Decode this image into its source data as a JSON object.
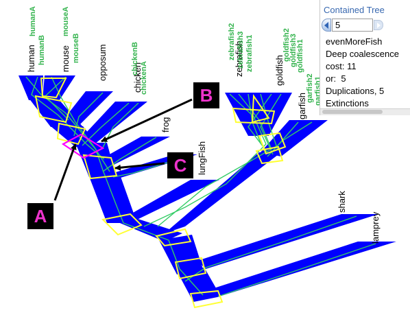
{
  "panel": {
    "title": "Contained Tree",
    "spinner_value": "5",
    "lines": [
      "evenMoreFish",
      "Deep coalescence",
      "cost: 11",
      "or:  5",
      "Duplications, 5",
      "Extinctions"
    ]
  },
  "species_labels": [
    "human",
    "mouse",
    "opposum",
    "chicken",
    "frog",
    "lungFish",
    "zebrafish",
    "goldfish",
    "garfish",
    "shark",
    "lamprey"
  ],
  "gene_labels": [
    "humanA",
    "humanB",
    "mouseA",
    "mouseB",
    "chickenB",
    "chickenA",
    "zebrafish2",
    "zebrafish3",
    "zebrafish1",
    "goldfish2",
    "goldfish3",
    "goldfish1",
    "garfish2",
    "garfish1"
  ],
  "callouts": [
    "A",
    "B",
    "C"
  ],
  "colors": {
    "branch_fill": "#0000ff",
    "gene_line": "#33cc66",
    "node_box": "#ffff33",
    "highlight_box": "#ff00ff",
    "callout_bg": "#000000",
    "callout_text": "#ee33cc",
    "gene_label": "#33b34d",
    "species_label": "#000000",
    "panel_title": "#3868b0"
  }
}
